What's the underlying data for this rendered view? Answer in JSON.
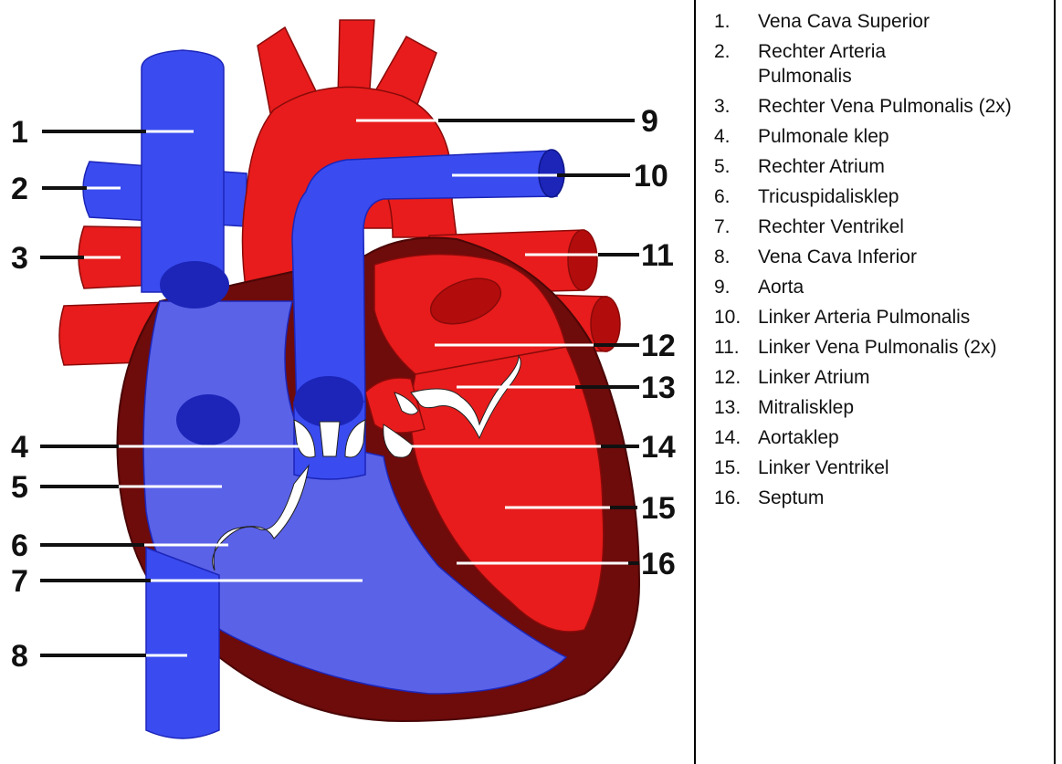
{
  "diagram": {
    "callout_numbers": [
      "1",
      "2",
      "3",
      "4",
      "5",
      "6",
      "7",
      "8",
      "9",
      "10",
      "11",
      "12",
      "13",
      "14",
      "15",
      "16"
    ],
    "colors": {
      "deoxygenated": "#3a4cf0",
      "deoxygenated_dark": "#1c25b8",
      "chamber_right": "#5a62e8",
      "oxygenated": "#e81c1c",
      "oxygenated_dark": "#b30c0c",
      "myocardium": "#6e0b0b",
      "valve": "#ffffff",
      "leader_line": "#111111"
    }
  },
  "legend": {
    "items": [
      {
        "num": "1.",
        "text": "Vena Cava Superior"
      },
      {
        "num": "2.",
        "text": "Rechter Arteria Pulmonalis"
      },
      {
        "num": "3.",
        "text": "Rechter Vena Pulmonalis (2x)"
      },
      {
        "num": "4.",
        "text": "Pulmonale klep"
      },
      {
        "num": "5.",
        "text": "Rechter Atrium"
      },
      {
        "num": "6.",
        "text": "Tricuspidalisklep"
      },
      {
        "num": "7.",
        "text": "Rechter Ventrikel"
      },
      {
        "num": "8.",
        "text": "Vena Cava Inferior"
      },
      {
        "num": "9.",
        "text": "Aorta"
      },
      {
        "num": "10.",
        "text": "Linker Arteria Pulmonalis"
      },
      {
        "num": "11.",
        "text": "Linker Vena Pulmonalis (2x)"
      },
      {
        "num": "12.",
        "text": "Linker Atrium"
      },
      {
        "num": "13.",
        "text": "Mitralisklep"
      },
      {
        "num": "14.",
        "text": "Aortaklep"
      },
      {
        "num": "15.",
        "text": "Linker Ventrikel"
      },
      {
        "num": "16.",
        "text": "Septum"
      }
    ]
  }
}
